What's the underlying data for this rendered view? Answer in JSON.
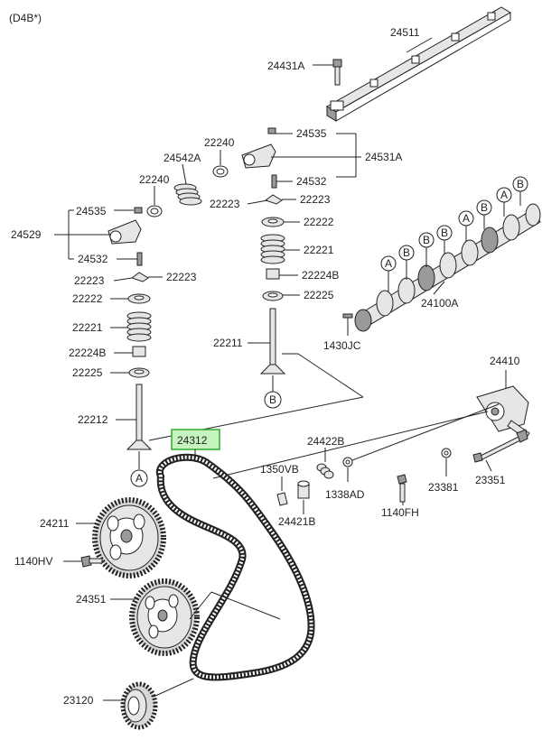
{
  "diagram": {
    "title": "(D4B*)",
    "highlighted": "24312",
    "labels": {
      "p24511": "24511",
      "p24431A": "24431A",
      "p24535_top": "24535",
      "p24531A": "24531A",
      "p22240_top": "22240",
      "p24542A": "24542A",
      "p24532_top": "24532",
      "p22223_top": "22223",
      "p22223_top_b": "22223",
      "p22240_left": "22240",
      "p24535_left": "24535",
      "p22222_top": "22222",
      "p24529": "24529",
      "p22221_top": "22221",
      "p24532_left": "24532",
      "p22224B_top": "22224B",
      "p22223_left": "22223",
      "p22223_left_b": "22223",
      "p22225_top": "22225",
      "p22222_left": "22222",
      "p24100A": "24100A",
      "p22221_left": "22221",
      "p22211": "22211",
      "p1430JC": "1430JC",
      "p22224B_left": "22224B",
      "p22225_left": "22225",
      "p24410": "24410",
      "p22212": "22212",
      "p24312": "24312",
      "p24422B": "24422B",
      "p1350VB": "1350VB",
      "p1338AD": "1338AD",
      "p23381": "23381",
      "p23351": "23351",
      "p24211": "24211",
      "p24421B": "24421B",
      "p1140FH": "1140FH",
      "p1140HV": "1140HV",
      "p24351": "24351",
      "p23120": "23120"
    },
    "refs": {
      "A": "A",
      "B": "B"
    }
  }
}
